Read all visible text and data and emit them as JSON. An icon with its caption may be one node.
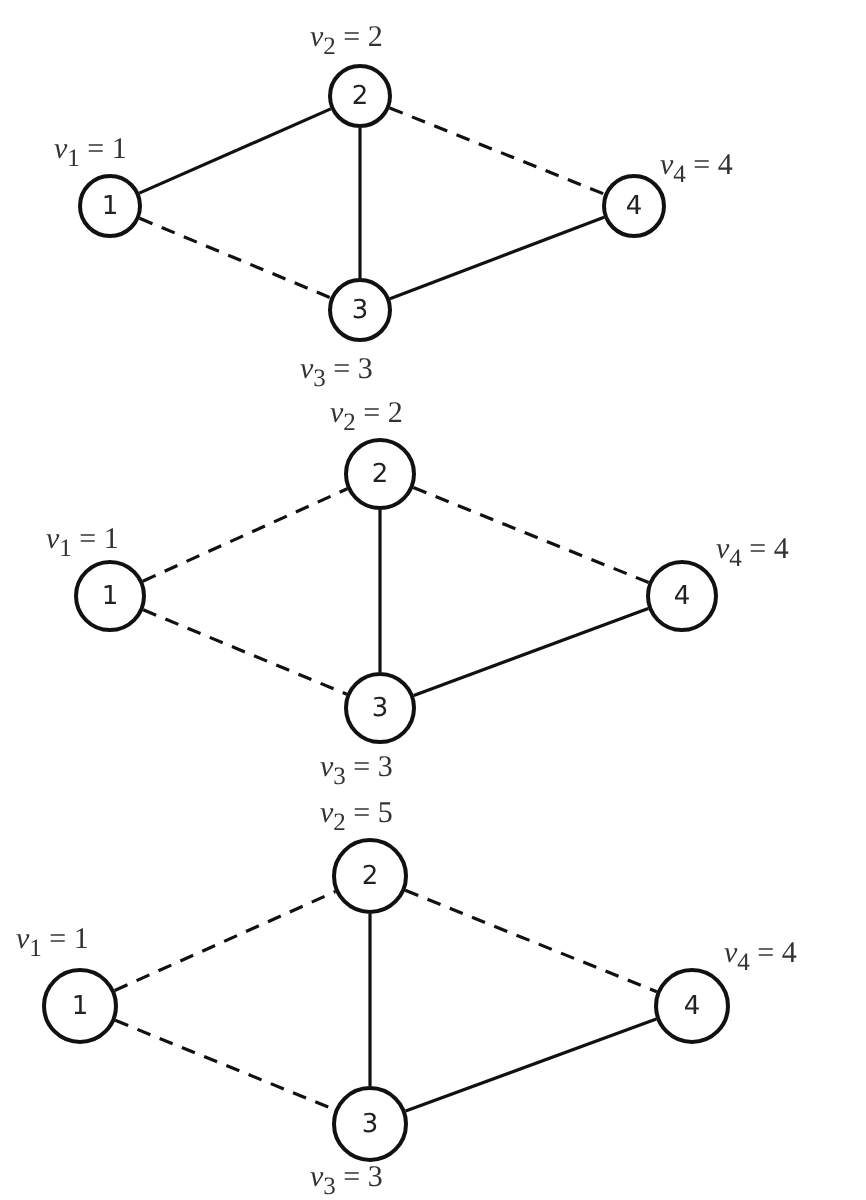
{
  "diagram": {
    "nodes": [
      {
        "text": [
          "1"
        ],
        "beside": [
          "*v*$_{1}$ = 1"
        ]
      },
      {
        "text": [
          "2"
        ],
        "beside": [
          "*v*$_{2}$ = 2"
        ]
      },
      {
        "text": [
          "3"
        ],
        "beside": [
          "*v*$_{3}$ = 3"
        ]
      },
      {
        "text": [
          "4"
        ],
        "beside": [
          "*v*$_{4}$ = 4"
        ]
      },
      {
        "text": [
          "1"
        ],
        "beside": [
          "*v*$_{1}$ = 1"
        ]
      },
      {
        "text": [
          "2"
        ],
        "beside": [
          "*v*$_{2}$ = 2"
        ]
      },
      {
        "text": [
          "3"
        ],
        "beside": [
          "*v*$_{3}$ = 3"
        ]
      },
      {
        "text": [
          "4"
        ],
        "beside": [
          "*v*$_{4}$ = 4"
        ]
      },
      {
        "text": [
          "1"
        ],
        "beside": [
          "*v*$_{1}$ = 1"
        ]
      },
      {
        "text": [
          "2"
        ],
        "beside": [
          "*v*$_{2}$ = 5"
        ]
      },
      {
        "text": [
          "3"
        ],
        "beside": [
          "*v*$_{3}$ = 3"
        ]
      },
      {
        "text": [
          "4"
        ],
        "beside": [
          "*v*$_{4}$ = 4"
        ]
      }
    ],
    "edges": [
      {
        "from": 0,
        "to": 1,
        "arrow": "none"
      },
      {
        "from": 0,
        "to": 2,
        "arrow": "none",
        "style": "dashed"
      },
      {
        "from": 1,
        "to": 2,
        "arrow": "none"
      },
      {
        "from": 1,
        "to": 3,
        "arrow": "none",
        "style": "dashed"
      },
      {
        "from": 2,
        "to": 3,
        "arrow": "none"
      },
      {
        "from": 4,
        "to": 5,
        "arrow": "none",
        "style": "dashed"
      },
      {
        "from": 4,
        "to": 6,
        "arrow": "none",
        "style": "dashed"
      },
      {
        "from": 5,
        "to": 6,
        "arrow": "none"
      },
      {
        "from": 5,
        "to": 7,
        "arrow": "none",
        "style": "dashed"
      },
      {
        "from": 6,
        "to": 7,
        "arrow": "none"
      },
      {
        "from": 8,
        "to": 9,
        "arrow": "none",
        "style": "dashed"
      },
      {
        "from": 8,
        "to": 10,
        "arrow": "none",
        "style": "dashed"
      },
      {
        "from": 9,
        "to": 10,
        "arrow": "none"
      },
      {
        "from": 9,
        "to": 11,
        "arrow": "none",
        "style": "dashed"
      },
      {
        "from": 10,
        "to": 11,
        "arrow": "none"
      }
    ]
  }
}
